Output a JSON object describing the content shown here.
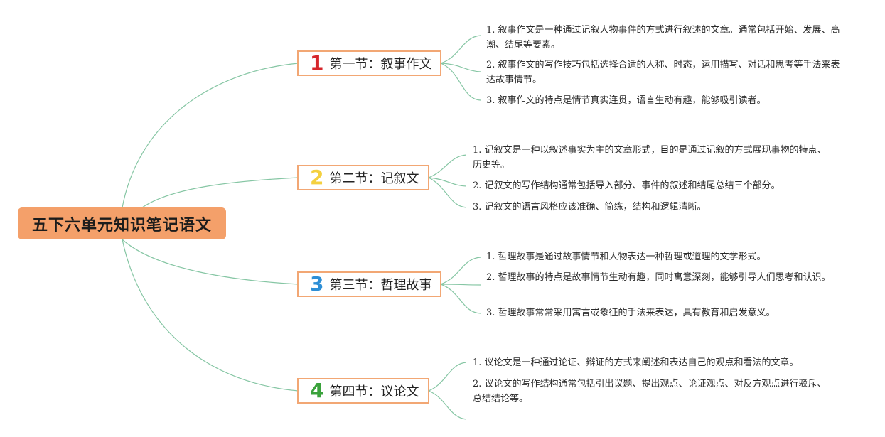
{
  "root": {
    "label": "五下六单元知识笔记语文"
  },
  "branches": [
    {
      "num": "1",
      "num_color": "#d6262b",
      "label": "第一节：叙事作文",
      "items": [
        "1. 叙事作文是一种通过记叙人物事件的方式进行叙述的文章。通常包括开始、发展、高潮、结尾等要素。",
        "2. 叙事作文的写作技巧包括选择合适的人称、时态，运用描写、对话和思考等手法来表达故事情节。",
        "3. 叙事作文的特点是情节真实连贯，语言生动有趣，能够吸引读者。"
      ]
    },
    {
      "num": "2",
      "num_color": "#f4d03f",
      "label": "第二节：记叙文",
      "items": [
        "1. 记叙文是一种以叙述事实为主的文章形式，目的是通过记叙的方式展现事物的特点、历史等。",
        "2. 记叙文的写作结构通常包括导入部分、事件的叙述和结尾总结三个部分。",
        "3. 记叙文的语言风格应该准确、简练，结构和逻辑清晰。"
      ]
    },
    {
      "num": "3",
      "num_color": "#2e8fd6",
      "label": "第三节：哲理故事",
      "items": [
        "1. 哲理故事是通过故事情节和人物表达一种哲理或道理的文学形式。",
        "2. 哲理故事的特点是故事情节生动有趣，同时寓意深刻，能够引导人们思考和认识。",
        "3. 哲理故事常常采用寓言或象征的手法来表达，具有教育和启发意义。"
      ]
    },
    {
      "num": "4",
      "num_color": "#3aa23c",
      "label": "第四节：议论文",
      "items": [
        "1. 议论文是一种通过论证、辩证的方式来阐述和表达自己的观点和看法的文章。",
        "2. 议论文的写作结构通常包括引出议题、提出观点、论证观点、对反方观点进行驳斥、总结结论等。"
      ]
    }
  ]
}
